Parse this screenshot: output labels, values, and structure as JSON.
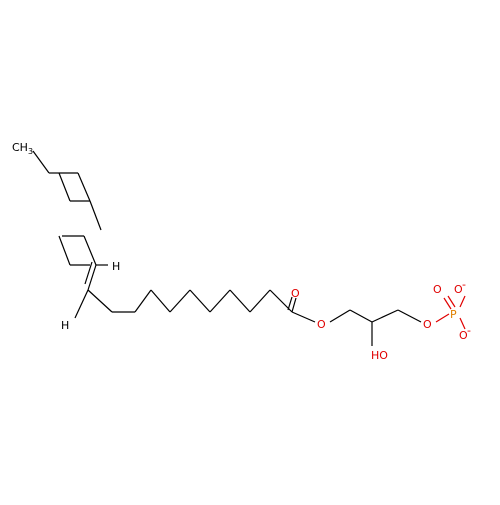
{
  "structure": {
    "colors": {
      "bond": "#000000",
      "heteroatom": "#e00000"
    },
    "labels": {
      "ch3": "CH3",
      "h_upper": "H",
      "h_lower": "H",
      "carbonyl_o": "O",
      "ester_o": "O",
      "hydroxyl": "HO",
      "phosphate_o_link": "O",
      "phosphorus": "P",
      "phosphoryl_o": "O",
      "anion_o1": "O",
      "anion_o2": "O",
      "charge_1": "-",
      "charge_2": "-"
    }
  }
}
